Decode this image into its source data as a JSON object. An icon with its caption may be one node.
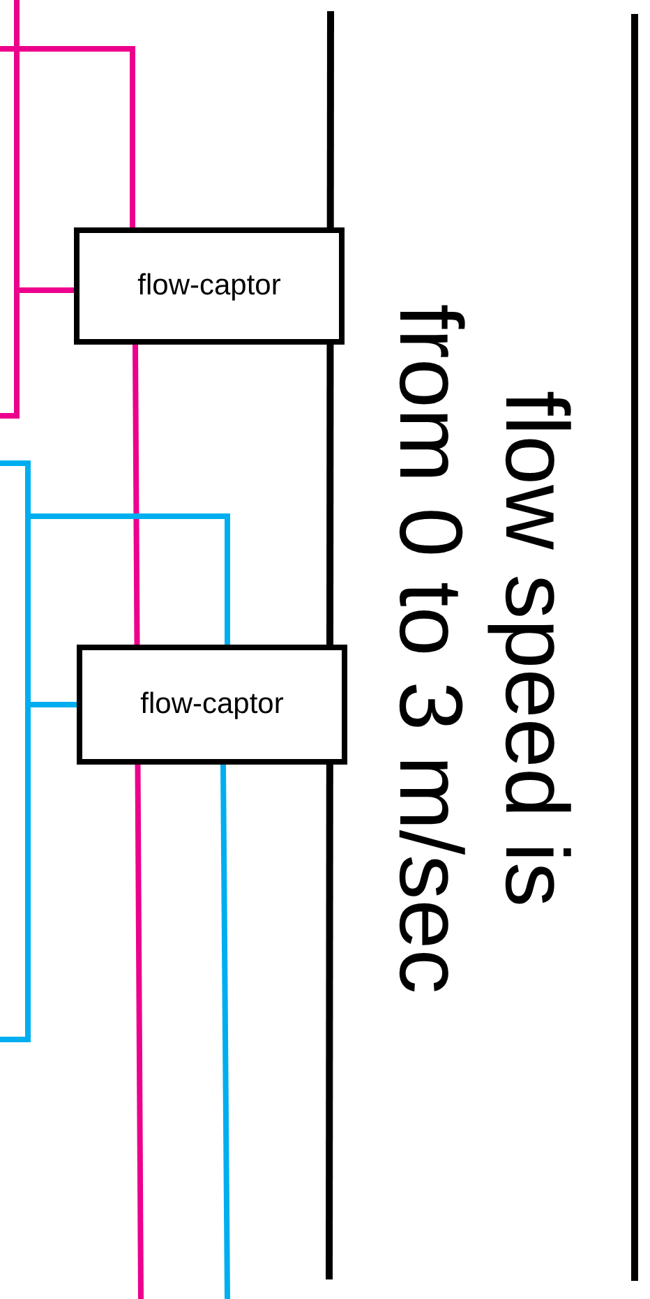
{
  "diagram": {
    "nodes": [
      {
        "text": [
          "flow-captor"
        ]
      },
      {
        "text": [
          "flow-captor"
        ]
      }
    ],
    "edges": [
      {
        "from": null,
        "to": 0,
        "arrow": "none",
        "color": "#ec008c"
      },
      {
        "from": null,
        "to": 0,
        "arrow": "none",
        "color": "#ec008c"
      },
      {
        "from": 0,
        "to": null,
        "arrow": "none",
        "color": "#ec008c"
      },
      {
        "from": null,
        "to": 1,
        "arrow": "none",
        "color": "#00aeef"
      },
      {
        "from": null,
        "to": 1,
        "arrow": "none",
        "color": "#00aeef"
      },
      {
        "from": 1,
        "to": null,
        "arrow": "none",
        "color": "#00aeef"
      }
    ],
    "labels": [
      "flow speed is",
      "from 0 to 3 m/sec"
    ]
  }
}
